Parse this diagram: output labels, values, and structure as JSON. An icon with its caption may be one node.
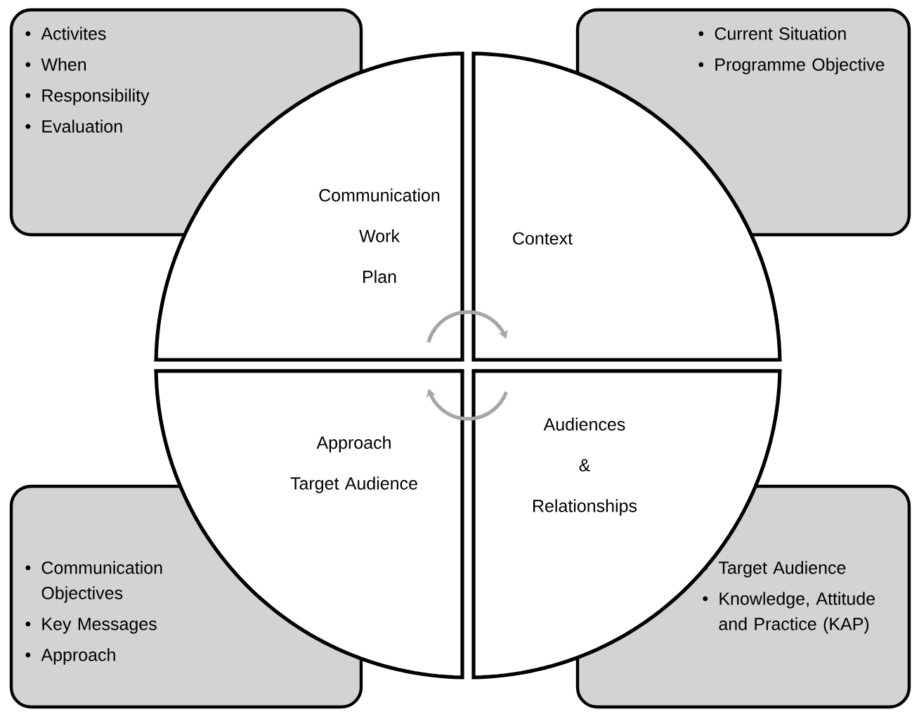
{
  "diagram": {
    "nodes": [
      {
        "text": [
          "Activites",
          "When",
          "Responsibility",
          "Evaluation"
        ]
      },
      {
        "text": [
          "Current Situation",
          "Programme Objective"
        ]
      },
      {
        "text": [
          "Communication Work Plan"
        ]
      },
      {
        "text": [
          "Context"
        ]
      },
      {
        "text": [
          "Approach",
          "Target Audience"
        ]
      },
      {
        "text": [
          "Audiences & Relationships"
        ]
      },
      {
        "text": [
          "Communication Objectives",
          "Key Messages",
          "Approach"
        ]
      },
      {
        "text": [
          "Target Audience",
          "Knowledge, Attitude and Practice (KAP)"
        ]
      }
    ],
    "edges": [
      {
        "from": 2,
        "to": 3,
        "arrow": "to"
      },
      {
        "from": 5,
        "to": 4,
        "arrow": "to"
      }
    ]
  }
}
